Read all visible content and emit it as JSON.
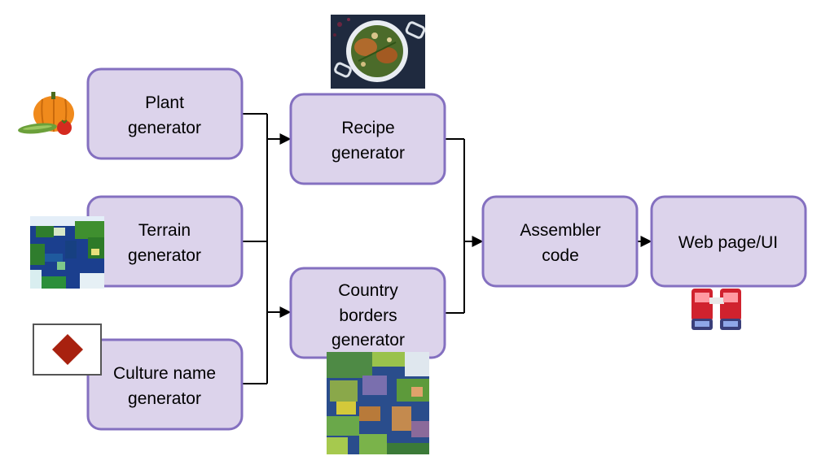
{
  "diagram": {
    "nodes": {
      "plant": {
        "line1": "Plant",
        "line2": "generator"
      },
      "terrain": {
        "line1": "Terrain",
        "line2": "generator"
      },
      "culture": {
        "line1": "Culture name",
        "line2": "generator"
      },
      "recipe": {
        "line1": "Recipe",
        "line2": "generator"
      },
      "country": {
        "line1": "Country",
        "line2": "borders",
        "line3": "generator"
      },
      "assembler": {
        "line1": "Assembler",
        "line2": "code"
      },
      "webpage": {
        "line1": "Web page/UI"
      }
    },
    "edges": [
      {
        "from": "Plant generator",
        "to": "Recipe generator"
      },
      {
        "from": "Terrain generator",
        "to": "Recipe generator"
      },
      {
        "from": "Terrain generator",
        "to": "Country borders generator"
      },
      {
        "from": "Culture name generator",
        "to": "Country borders generator"
      },
      {
        "from": "Recipe generator",
        "to": "Assembler code"
      },
      {
        "from": "Country borders generator",
        "to": "Assembler code"
      },
      {
        "from": "Assembler code",
        "to": "Web page/UI"
      }
    ],
    "icons": {
      "plant": "vegetables-icon",
      "terrain": "terrain-map-icon",
      "culture": "flag-icon",
      "recipe": "food-dish-icon",
      "country": "country-map-icon",
      "webpage": "binoculars-icon"
    },
    "colors": {
      "box_fill": "#dcd3eb",
      "box_border": "#8470c0",
      "connector": "#000000"
    }
  }
}
